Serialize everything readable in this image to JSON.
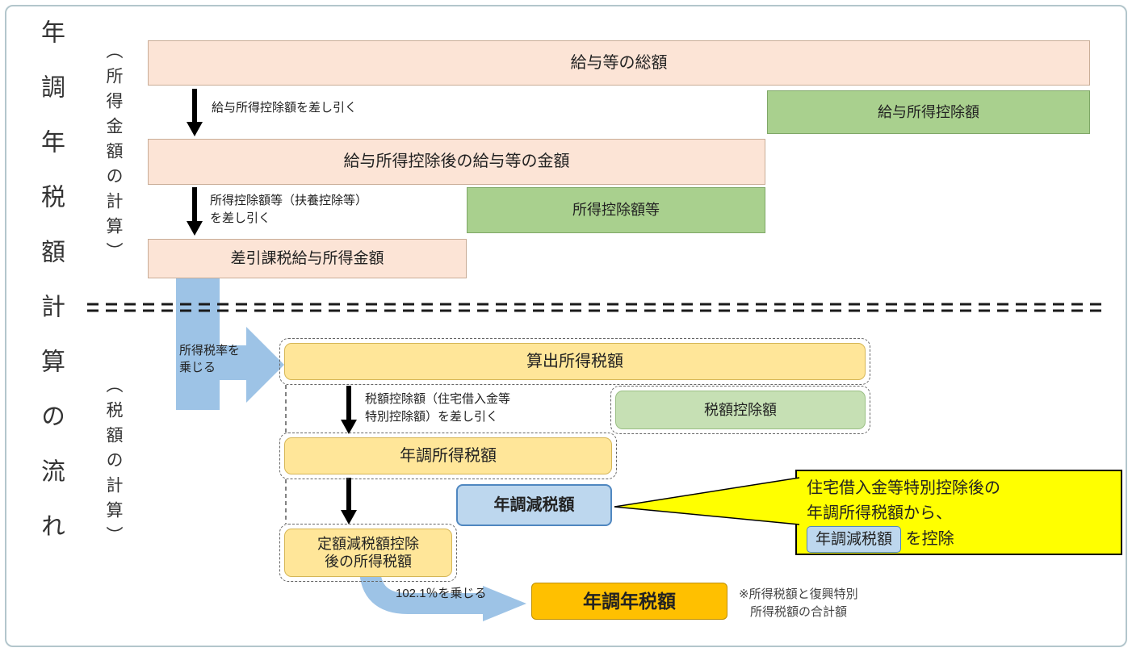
{
  "title_vertical": "年調年税額計算の流れ",
  "sections": {
    "income_label": "（所得金額の計算）",
    "tax_label": "（税額の計算）"
  },
  "top": {
    "total_salary": "給与等の総額",
    "step1_label": "給与所得控除額を差し引く",
    "salary_deduction": "給与所得控除額",
    "after_salary_deduction": "給与所得控除後の給与等の金額",
    "step2_label_line1": "所得控除額等（扶養控除等）",
    "step2_label_line2": "を差し引く",
    "income_deductions": "所得控除額等",
    "net_taxable_income": "差引課税給与所得金額"
  },
  "flow_arrow": {
    "label_line1": "所得税率を",
    "label_line2": "乗じる"
  },
  "bottom": {
    "calculated_tax": "算出所得税額",
    "step3_label_line1": "税額控除額（住宅借入金等",
    "step3_label_line2": "特別控除額）を差し引く",
    "tax_credits": "税額控除額",
    "adjusted_income_tax": "年調所得税額",
    "reduction_amount": "年調減税額",
    "after_flat_reduction_line1": "定額減税額控除",
    "after_flat_reduction_line2": "後の所得税額",
    "multiply_label": "102.1％を乗じる",
    "annual_tax": "年調年税額",
    "note_line1": "※所得税額と復興特別",
    "note_line2": "所得税額の合計額"
  },
  "callout": {
    "line1": "住宅借入金等特別控除後の",
    "line2": "年調所得税額から、",
    "badge": "年調減税額",
    "suffix": "を控除"
  },
  "colors": {
    "pink": "#fce4d6",
    "green": "#a9d08e",
    "light_green": "#c6e0b4",
    "yellow": "#ffe699",
    "blue_fill": "#bdd7ee",
    "blue_border": "#4f87c0",
    "orange": "#ffc000",
    "callout_yellow": "#ffff00",
    "arrow_blue": "#9dc3e6"
  }
}
